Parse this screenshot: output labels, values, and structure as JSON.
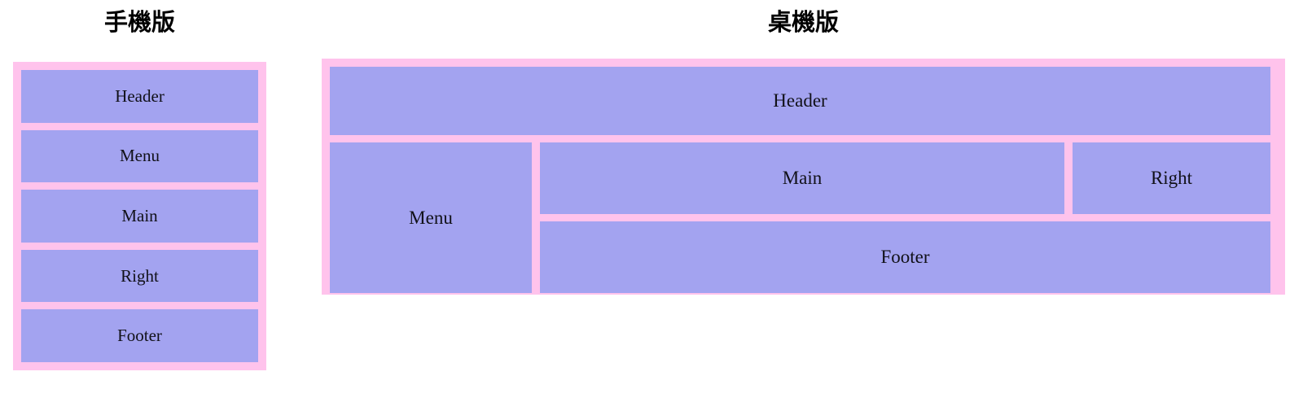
{
  "page": {
    "background_color": "#ffffff",
    "text_color": "#000000"
  },
  "palette": {
    "container_pink": "#ffc3ec",
    "block_purple": "#a3a3f0",
    "label_text": "#111118"
  },
  "sections": {
    "mobile": {
      "title": "手機版",
      "blocks": [
        {
          "label": "Header"
        },
        {
          "label": "Menu"
        },
        {
          "label": "Main"
        },
        {
          "label": "Right"
        },
        {
          "label": "Footer"
        }
      ]
    },
    "desktop": {
      "title": "桌機版",
      "blocks": {
        "header": {
          "label": "Header"
        },
        "menu": {
          "label": "Menu"
        },
        "main": {
          "label": "Main"
        },
        "right": {
          "label": "Right"
        },
        "footer": {
          "label": "Footer"
        }
      }
    }
  }
}
